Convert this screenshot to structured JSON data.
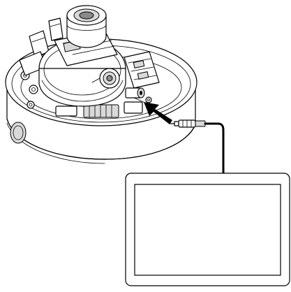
{
  "diagram": {
    "components": [
      {
        "id": "dome-camera",
        "kind": "dome camera base with lens module, cover removed"
      },
      {
        "id": "video-out-port",
        "kind": "video output connector on camera body"
      },
      {
        "id": "rca-plug",
        "kind": "RCA video cable plug"
      },
      {
        "id": "cable",
        "kind": "video cable"
      },
      {
        "id": "monitor",
        "kind": "video monitor"
      }
    ],
    "arrows": [
      {
        "from": "rca-plug",
        "to": "video-out-port",
        "color": "#000000"
      }
    ],
    "colors": {
      "line": "#000000",
      "background": "#ffffff",
      "shade": "#d9d9d9",
      "dark_shade": "#8a8a8a"
    }
  }
}
